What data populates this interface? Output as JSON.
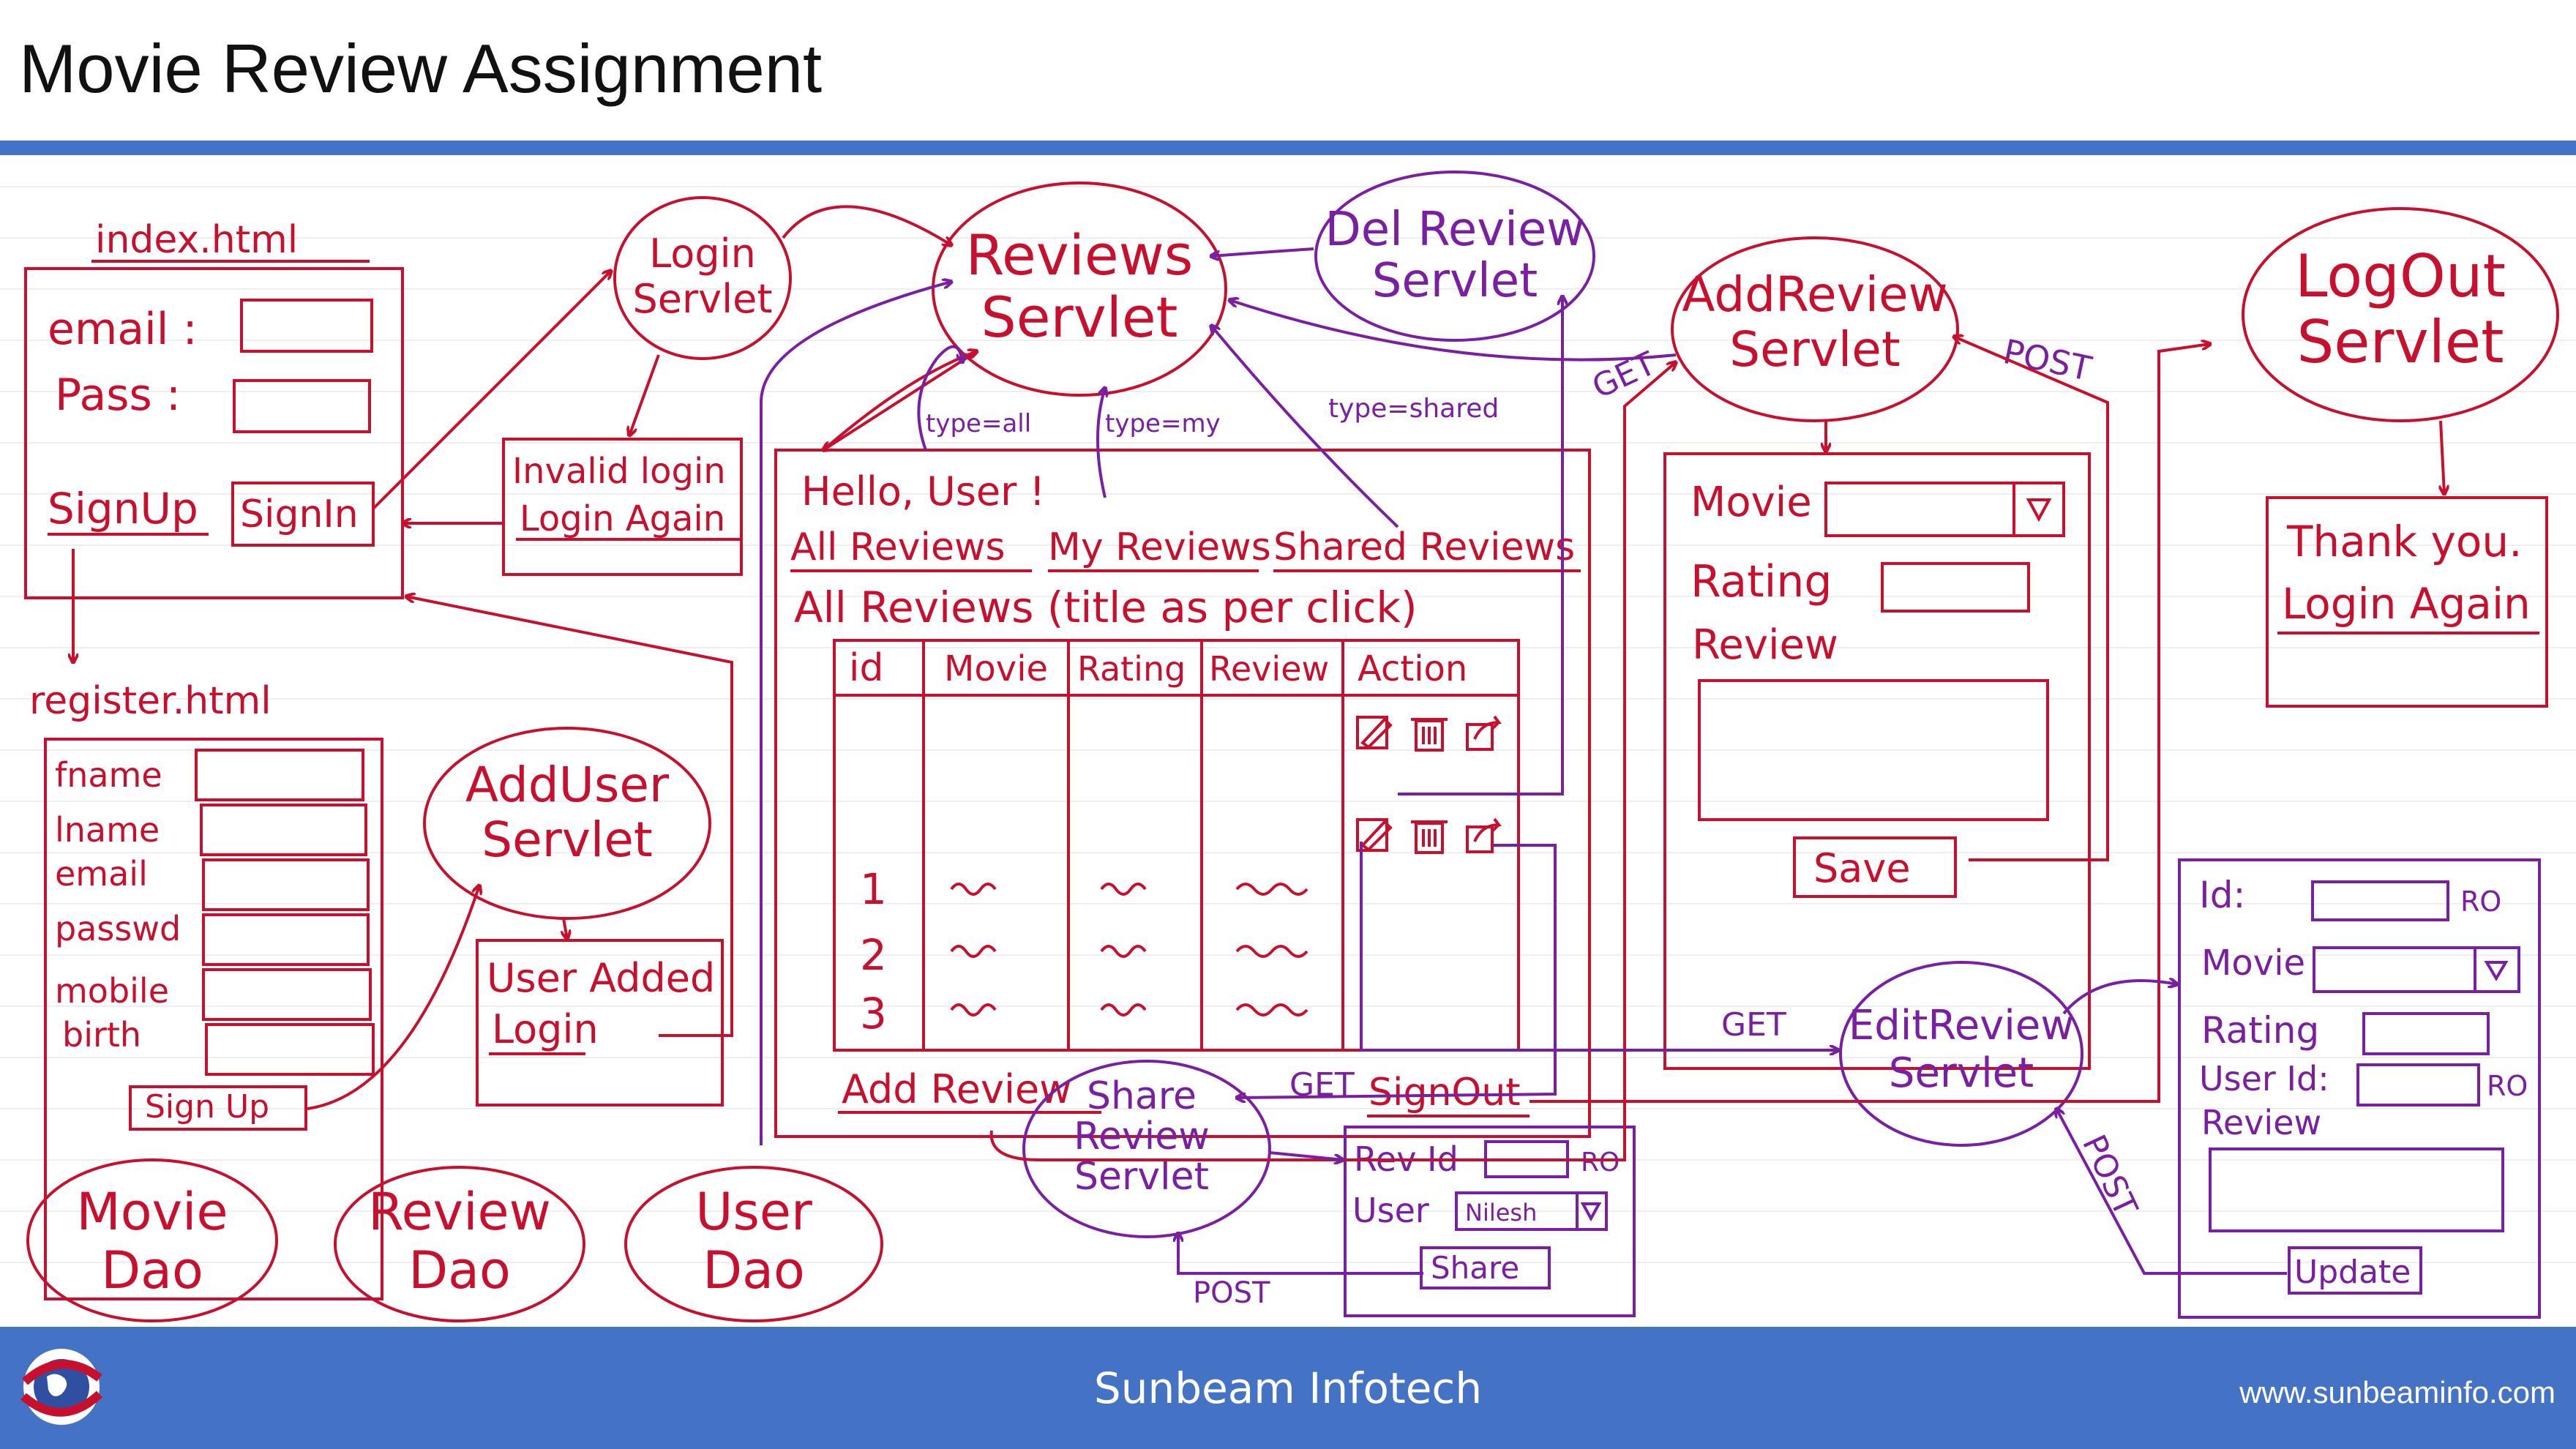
{
  "slide": {
    "title": "Movie Review Assignment",
    "footer_center": "Sunbeam Infotech",
    "footer_url": "www.sunbeaminfo.com"
  },
  "colors": {
    "red": "#c8102e",
    "purple": "#7a1fa2",
    "accent": "#4472c4"
  },
  "index_page": {
    "caption": "index.html",
    "email_label": "email :",
    "pass_label": "Pass :",
    "signup_link": "SignUp",
    "signin_button": "SignIn"
  },
  "register_page": {
    "caption": "register.html",
    "fields": [
      "fname",
      "lname",
      "email",
      "passwd",
      "mobile",
      "birth"
    ],
    "signup_button": "Sign Up"
  },
  "login_servlet": {
    "line1": "Login",
    "line2": "Servlet"
  },
  "invalid_login": {
    "line1": "Invalid login",
    "line2": "Login Again"
  },
  "adduser_servlet": {
    "line1": "AddUser",
    "line2": "Servlet"
  },
  "user_added": {
    "line1": "User Added",
    "line2": "Login"
  },
  "daos": [
    {
      "line1": "Movie",
      "line2": "Dao"
    },
    {
      "line1": "Review",
      "line2": "Dao"
    },
    {
      "line1": "User",
      "line2": "Dao"
    }
  ],
  "reviews_servlet": {
    "line1": "Reviews",
    "line2": "Servlet"
  },
  "del_review_servlet": {
    "line1": "Del Review",
    "line2": "Servlet"
  },
  "add_review_servlet": {
    "line1": "AddReview",
    "line2": "Servlet"
  },
  "logout_servlet": {
    "line1": "LogOut",
    "line2": "Servlet"
  },
  "thank_you": {
    "line1": "Thank you.",
    "line2": "Login Again"
  },
  "edit_review_servlet": {
    "line1": "EditReview",
    "line2": "Servlet"
  },
  "share_review_servlet": {
    "line1": "Share",
    "line2": "Review",
    "line3": "Servlet"
  },
  "reviews_page": {
    "greeting": "Hello, User !",
    "link_all": "All Reviews",
    "link_my": "My Reviews",
    "link_shared": "Shared Reviews",
    "heading": "All Reviews (title as per click)",
    "table_headers": [
      "id",
      "Movie",
      "Rating",
      "Review",
      "Action"
    ],
    "table_ids": [
      "1",
      "2",
      "3"
    ],
    "add_review_link": "Add Review",
    "signout_link": "SignOut"
  },
  "query_labels": {
    "all": "type=all",
    "my": "type=my",
    "shared": "type=shared"
  },
  "method_labels": {
    "get_add": "GET",
    "post_add": "POST",
    "get_edit": "GET",
    "post_edit": "POST",
    "get_share": "GET",
    "post_share": "POST"
  },
  "add_review_form": {
    "movie_label": "Movie",
    "rating_label": "Rating",
    "review_label": "Review",
    "save_button": "Save"
  },
  "edit_form": {
    "id_label": "Id:",
    "ro1": "RO",
    "movie_label": "Movie",
    "rating_label": "Rating",
    "userid_label": "User Id:",
    "ro2": "RO",
    "review_label": "Review",
    "update_button": "Update"
  },
  "share_form": {
    "revid_label": "Rev Id",
    "ro": "RO",
    "user_label": "User",
    "user_value": "Nilesh",
    "share_button": "Share"
  }
}
